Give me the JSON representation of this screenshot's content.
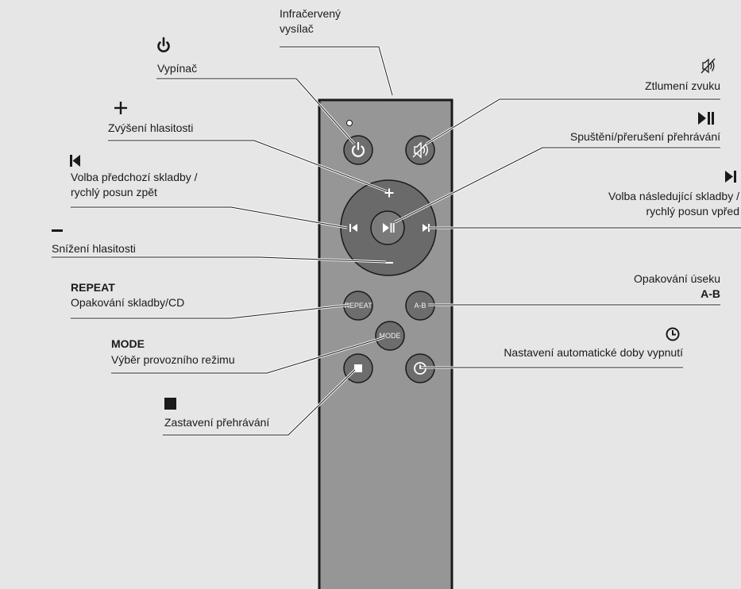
{
  "callouts": {
    "ir_line1": "Infračervený",
    "ir_line2": "vysílač",
    "power": "Vypínač",
    "mute": "Ztlumení zvuku",
    "vol_up": "Zvýšení hlasitosti",
    "play_pause": "Spuštění/přerušení přehrávání",
    "prev_line1": "Volba předchozí skladby /",
    "prev_line2": "rychlý posun zpět",
    "next_line1": "Volba následující skladby /",
    "next_line2": "rychlý posun vpřed",
    "vol_down": "Snížení hlasitosti",
    "repeat_title": "REPEAT",
    "repeat_desc": "Opakování skladby/CD",
    "ab_desc": "Opakování úseku",
    "ab_title": "A-B",
    "mode_title": "MODE",
    "mode_desc": "Výběr provozního režimu",
    "sleep_desc": "Nastavení automatické doby vypnutí",
    "stop_desc": "Zastavení přehrávání"
  },
  "buttons": {
    "repeat": "REPEAT",
    "ab": "A-B",
    "mode": "MODE"
  },
  "colors": {
    "background": "#e6e6e6",
    "remote_body": "#969696",
    "button": "#6d6d6d",
    "outline": "#1a1a1a"
  }
}
